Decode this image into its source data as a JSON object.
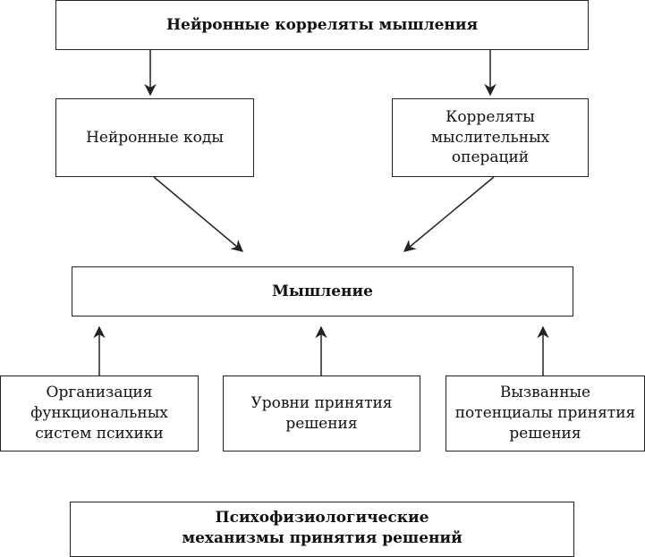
{
  "diagram": {
    "top": "Нейронные корреляты мышления",
    "left_mid": "Нейронные коды",
    "right_mid": [
      "Корреляты",
      "мыслительных",
      "операций"
    ],
    "center": "Мышление",
    "bottom_left": [
      "Организация",
      "функциональных",
      "систем психики"
    ],
    "bottom_center": [
      "Уровни принятия",
      "решения"
    ],
    "bottom_right": [
      "Вызванные",
      "потенциалы принятия",
      "решения"
    ],
    "caption": [
      "Психофизиологические",
      "механизмы принятия решений"
    ]
  }
}
